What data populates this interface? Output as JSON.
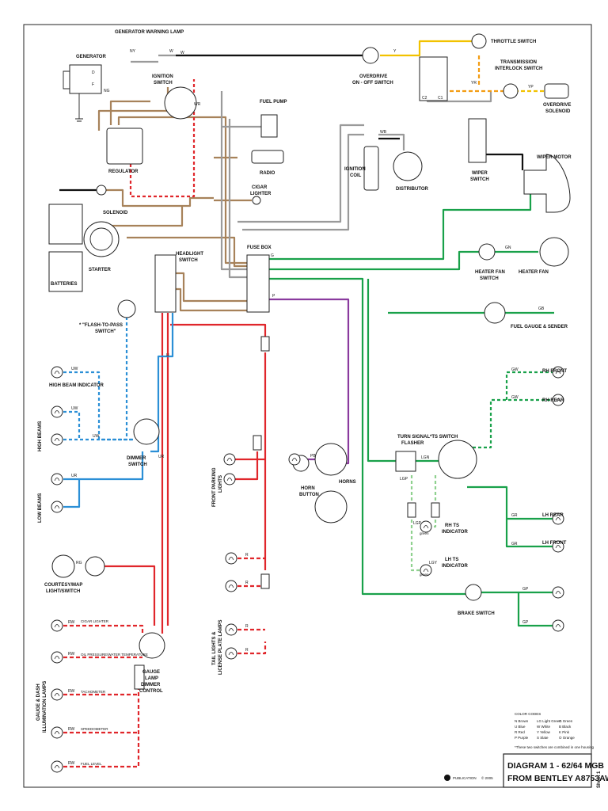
{
  "labels": {
    "generator_warning_lamp": "GENERATOR WARNING LAMP",
    "generator": "GENERATOR",
    "ignition_switch_1": "IGNITION",
    "ignition_switch_2": "SWITCH",
    "fuel_pump": "FUEL PUMP",
    "overdrive_onoff_1": "OVERDRIVE",
    "overdrive_onoff_2": "ON - OFF SWITCH",
    "throttle_switch": "THROTTLE SWITCH",
    "transmission_interlock_1": "TRANSMISSION",
    "transmission_interlock_2": "INTERLOCK SWITCH",
    "overdrive_solenoid_1": "OVERDRIVE",
    "overdrive_solenoid_2": "SOLENOID",
    "regulator": "REGULATOR",
    "radio": "RADIO",
    "cigar_lighter_1": "CIGAR",
    "cigar_lighter_2": "LIGHTER",
    "ignition_coil_1": "IGNITION",
    "ignition_coil_2": "COIL",
    "distributor": "DISTRIBUTOR",
    "wiper_switch_1": "WIPER",
    "wiper_switch_2": "SWITCH",
    "wiper_motor": "WIPER MOTOR",
    "solenoid": "SOLENOID",
    "starter": "STARTER",
    "batteries": "BATTERIES",
    "fuse_box": "FUSE BOX",
    "headlight_switch_1": "HEADLIGHT",
    "headlight_switch_2": "SWITCH",
    "heater_fan_switch_1": "HEATER FAN",
    "heater_fan_switch_2": "SWITCH",
    "heater_fan": "HEATER FAN",
    "fuel_gauge": "FUEL GAUGE & SENDER",
    "flash_to_pass_1": "* \"FLASH-TO-PASS",
    "flash_to_pass_2": "SWITCH\"",
    "high_beam_indicator": "HIGH BEAM INDICATOR",
    "high_beams": "HIGH BEAMS",
    "low_beams": "LOW BEAMS",
    "dimmer_switch_1": "DIMMER",
    "dimmer_switch_2": "SWITCH",
    "front_parking_1": "FRONT PARKING",
    "front_parking_2": "LIGHTS",
    "horn_button_1": "HORN",
    "horn_button_2": "BUTTON",
    "horns": "HORNS",
    "turn_signal_flasher_1": "TURN SIGNAL",
    "turn_signal_flasher_2": "FLASHER",
    "ts_switch": "*TS SWITCH",
    "rh_front": "RH FRONT",
    "rh_rear": "RH REAR",
    "lh_rear": "LH REAR",
    "lh_front": "LH FRONT",
    "rh_ts_indicator_1": "RH TS",
    "rh_ts_indicator_2": "INDICATOR",
    "lh_ts_indicator_1": "LH TS",
    "lh_ts_indicator_2": "INDICATOR",
    "brake_switch": "BRAKE SWITCH",
    "courtesy_1": "COURTESY/MAP",
    "courtesy_2": "LIGHT/SWITCH",
    "tail_lights_1": "TAIL LIGHTS &",
    "tail_lights_2": "LICENSE PLATE LAMPS",
    "gauge_illum_1": "GAUGE & DASH",
    "gauge_illum_2": "ILLUMINATION LAMPS",
    "gauge_dimmer_1": "GAUGE",
    "gauge_dimmer_2": "LAMP",
    "gauge_dimmer_3": "DIMMER",
    "gauge_dimmer_4": "CONTROL",
    "cigar_lighter_lamp": "CIGAR LIGHTER",
    "oil_temp_lamp": "OIL PRESSURE/WATER TEMPERATURE",
    "tachometer_lamp": "TACHOMETER",
    "speedometer_lamp": "SPEEDOMETER",
    "fuel_level_lamp": "FUEL LEVEL",
    "green": "green",
    "sheet": "Sheet 1"
  },
  "title": {
    "line1": "DIAGRAM 1 - 62/64 MGB",
    "line2": "FROM BENTLEY A8753AW",
    "publication": "PUBLICATION",
    "year": "© 2005"
  },
  "color_codes": {
    "heading": "COLOR CODES",
    "items": [
      [
        "N",
        "Brown"
      ],
      [
        "U",
        "Blue"
      ],
      [
        "R",
        "Red"
      ],
      [
        "P",
        "Purple"
      ],
      [
        "LG",
        "Light Green"
      ],
      [
        "W",
        "White"
      ],
      [
        "Y",
        "Yellow"
      ],
      [
        "S",
        "Slate"
      ],
      [
        "G",
        "Green"
      ],
      [
        "B",
        "Black"
      ],
      [
        "K",
        "Pink"
      ],
      [
        "O",
        "Orange"
      ]
    ],
    "footnote": "*These two switches are combined in one housing"
  },
  "wire_codes": {
    "NY": "NY",
    "W": "W",
    "NG": "NG",
    "WR": "WR",
    "Y": "Y",
    "YR": "YR",
    "YP": "YP",
    "WB": "WB",
    "G": "G",
    "GN": "GN",
    "GB": "GB",
    "UW": "UW",
    "UR": "UR",
    "U": "U",
    "R": "R",
    "RW": "RW",
    "RG": "RG",
    "P": "P",
    "PB": "PB",
    "LGN": "LGN",
    "LGP": "LGP",
    "LGY": "LGY",
    "GW": "GW",
    "GR": "GR",
    "GP": "GP",
    "D": "D",
    "F": "F",
    "C1": "C1",
    "C2": "C2"
  },
  "palette": {
    "brown": "#a7825a",
    "red": "#e0262b",
    "blue": "#2b8fd6",
    "green": "#19a14a",
    "purple": "#8a3a9e",
    "yellow": "#f2c200",
    "orange": "#f39c12",
    "white_wire": "#9a9a9a",
    "black": "#111111",
    "light_green": "#8fd18f"
  }
}
